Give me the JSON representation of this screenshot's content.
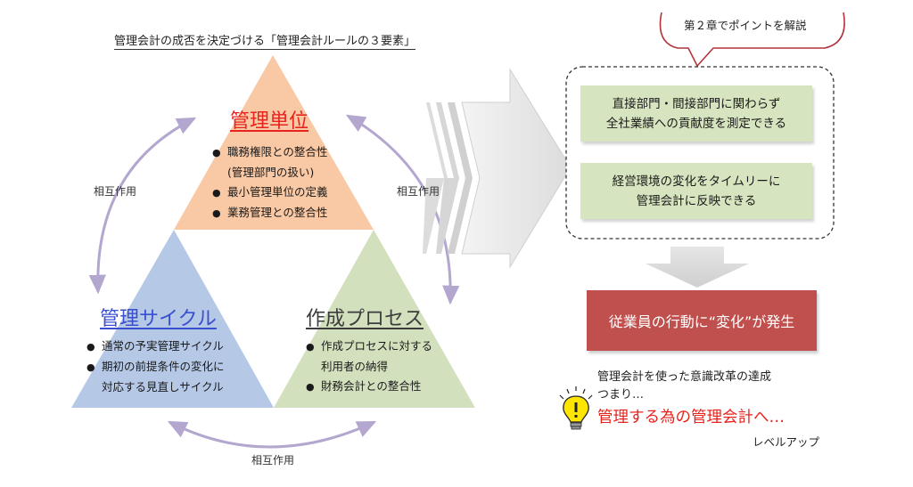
{
  "title": "管理会計の成否を決定づける「管理会計ルールの３要素」",
  "elements": {
    "top": {
      "title": "管理単位",
      "bullets": [
        {
          "text": "職務権限との整合性",
          "bullet": true
        },
        {
          "text": "(管理部門の扱い)",
          "bullet": false
        },
        {
          "text": "最小管理単位の定義",
          "bullet": true
        },
        {
          "text": "業務管理との整合性",
          "bullet": true
        }
      ]
    },
    "left": {
      "title": "管理サイクル",
      "bullets": [
        {
          "text": "通常の予実管理サイクル",
          "bullet": true
        },
        {
          "text": "期初の前提条件の変化に",
          "bullet": true
        },
        {
          "text": "対応する見直しサイクル",
          "bullet": false
        }
      ]
    },
    "right": {
      "title": "作成プロセス",
      "bullets": [
        {
          "text": "作成プロセスに対する",
          "bullet": true
        },
        {
          "text": "利用者の納得",
          "bullet": false
        },
        {
          "text": "財務会計との整合性",
          "bullet": true
        }
      ]
    }
  },
  "interaction_label": "相互作用",
  "bubble": "第２章でポイントを解説",
  "benefits": [
    [
      "直接部門・間接部門に関わらず",
      "全社業績への貢献度を測定できる"
    ],
    [
      "経営環境の変化をタイムリーに",
      "管理会計に反映できる"
    ]
  ],
  "result": "従業員の行動に“変化”が発生",
  "note_line1": "管理会計を使った意識改革の達成",
  "note_line2": "つまり…",
  "final_text": "管理する為の管理会計へ…",
  "level_up": "レベルアップ",
  "icons": [
    "lightbulb-icon",
    "right-arrow-icon",
    "down-arrow-icon"
  ],
  "colors": {
    "top_triangle": "#f9c8a4",
    "left_triangle": "#b5c8e6",
    "right_triangle": "#d3e0bd",
    "cycle_arrow": "#b3a6cf",
    "benefit_box": "#d6e4bf",
    "result_box": "#c0504d",
    "bubble_outline": "#b4343c",
    "accent_red": "#e8231e",
    "accent_blue": "#3a4fd0"
  }
}
